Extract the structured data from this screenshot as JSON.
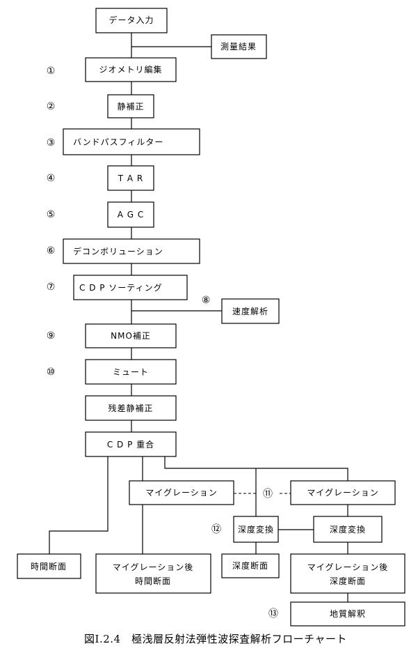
{
  "diagram": {
    "boxes": {
      "data_input": "データ入力",
      "survey_result": "測量結果",
      "geometry_edit": "ジオメトリ編集",
      "static_correction": "静補正",
      "bandpass_filter": "バンドパスフィルター",
      "tar": "T A R",
      "agc": "A G C",
      "deconvolution": "デコンボリューション",
      "cdp_sorting": "C D P ソーティング",
      "velocity_analysis": "速度解析",
      "nmo_correction": "NMO補正",
      "mute": "ミュート",
      "residual_static": "残差静補正",
      "cdp_stack": "C D P 重合",
      "migration_left": "マイグレーション",
      "migration_right": "マイグレーション",
      "depth_conv_left": "深度変換",
      "depth_conv_right": "深度変換",
      "time_section": "時間断面",
      "migrated_time_1": "マイグレーション後",
      "migrated_time_2": "時間断面",
      "depth_section": "深度断面",
      "migrated_depth_1": "マイグレーション後",
      "migrated_depth_2": "深度断面",
      "geology_interp": "地質解釈"
    },
    "steps": {
      "s1": "①",
      "s2": "②",
      "s3": "③",
      "s4": "④",
      "s5": "⑤",
      "s6": "⑥",
      "s7": "⑦",
      "s8": "⑧",
      "s9": "⑨",
      "s10": "⑩",
      "s11": "⑪",
      "s12": "⑫",
      "s13": "⑬"
    },
    "caption": "図Ⅰ.2.4　極浅層反射法弾性波探査解析フローチャート"
  }
}
